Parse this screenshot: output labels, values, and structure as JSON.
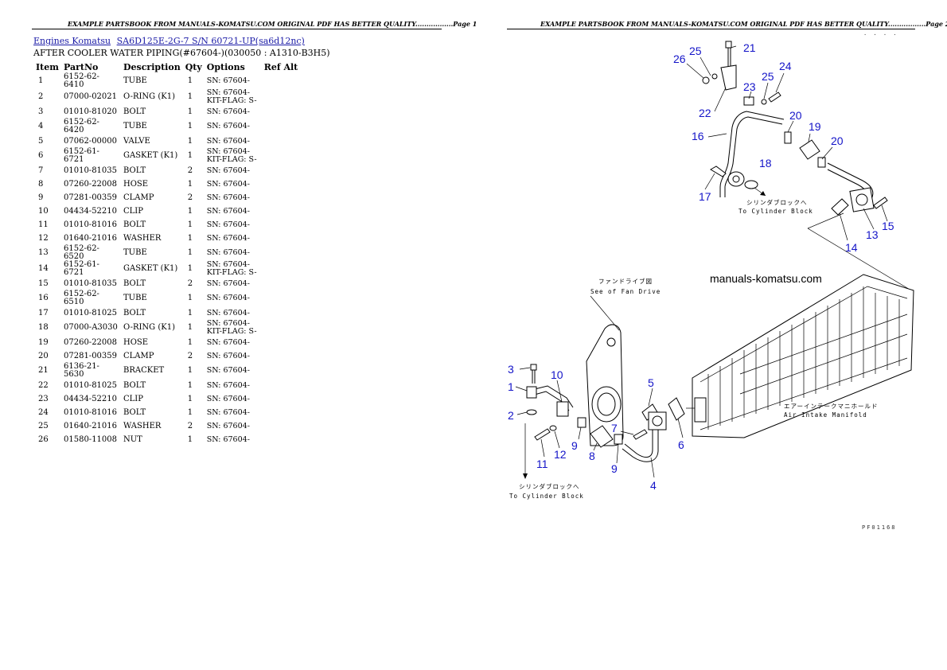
{
  "header": {
    "page1": "EXAMPLE PARTSBOOK FROM MANUALS-KOMATSU.COM ORIGINAL PDF HAS BETTER QUALITY.................Page 1",
    "page2": "EXAMPLE PARTSBOOK FROM MANUALS-KOMATSU.COM ORIGINAL PDF HAS BETTER QUALITY.................Page 2"
  },
  "breadcrumb": {
    "link1": "Engines Komatsu",
    "link2": "SA6D125E-2G-7 S/N 60721-UP(sa6d12nc)"
  },
  "subtitle": "AFTER COOLER WATER PIPING(#67604-)(030050 : A1310-B3H5)",
  "table": {
    "headers": [
      "Item",
      "PartNo",
      "Description",
      "Qty",
      "Options",
      "Ref Alt"
    ],
    "rows": [
      {
        "item": "1",
        "part": "6152-62-6410",
        "desc": "TUBE",
        "qty": "1",
        "opt": "SN: 67604-"
      },
      {
        "item": "2",
        "part": "07000-02021",
        "desc": "O-RING (K1)",
        "qty": "1",
        "opt": "SN: 67604-\nKIT-FLAG: S-"
      },
      {
        "item": "3",
        "part": "01010-81020",
        "desc": "BOLT",
        "qty": "1",
        "opt": "SN: 67604-"
      },
      {
        "item": "4",
        "part": "6152-62-6420",
        "desc": "TUBE",
        "qty": "1",
        "opt": "SN: 67604-"
      },
      {
        "item": "5",
        "part": "07062-00000",
        "desc": "VALVE",
        "qty": "1",
        "opt": "SN: 67604-"
      },
      {
        "item": "6",
        "part": "6152-61-6721",
        "desc": "GASKET (K1)",
        "qty": "1",
        "opt": "SN: 67604-\nKIT-FLAG: S-"
      },
      {
        "item": "7",
        "part": "01010-81035",
        "desc": "BOLT",
        "qty": "2",
        "opt": "SN: 67604-"
      },
      {
        "item": "8",
        "part": "07260-22008",
        "desc": "HOSE",
        "qty": "1",
        "opt": "SN: 67604-"
      },
      {
        "item": "9",
        "part": "07281-00359",
        "desc": "CLAMP",
        "qty": "2",
        "opt": "SN: 67604-"
      },
      {
        "item": "10",
        "part": "04434-52210",
        "desc": "CLIP",
        "qty": "1",
        "opt": "SN: 67604-"
      },
      {
        "item": "11",
        "part": "01010-81016",
        "desc": "BOLT",
        "qty": "1",
        "opt": "SN: 67604-"
      },
      {
        "item": "12",
        "part": "01640-21016",
        "desc": "WASHER",
        "qty": "1",
        "opt": "SN: 67604-"
      },
      {
        "item": "13",
        "part": "6152-62-6520",
        "desc": "TUBE",
        "qty": "1",
        "opt": "SN: 67604-"
      },
      {
        "item": "14",
        "part": "6152-61-6721",
        "desc": "GASKET (K1)",
        "qty": "1",
        "opt": "SN: 67604-\nKIT-FLAG: S-"
      },
      {
        "item": "15",
        "part": "01010-81035",
        "desc": "BOLT",
        "qty": "2",
        "opt": "SN: 67604-"
      },
      {
        "item": "16",
        "part": "6152-62-6510",
        "desc": "TUBE",
        "qty": "1",
        "opt": "SN: 67604-"
      },
      {
        "item": "17",
        "part": "01010-81025",
        "desc": "BOLT",
        "qty": "1",
        "opt": "SN: 67604-"
      },
      {
        "item": "18",
        "part": "07000-A3030",
        "desc": "O-RING (K1)",
        "qty": "1",
        "opt": "SN: 67604-\nKIT-FLAG: S-"
      },
      {
        "item": "19",
        "part": "07260-22008",
        "desc": "HOSE",
        "qty": "1",
        "opt": "SN: 67604-"
      },
      {
        "item": "20",
        "part": "07281-00359",
        "desc": "CLAMP",
        "qty": "2",
        "opt": "SN: 67604-"
      },
      {
        "item": "21",
        "part": "6136-21-5630",
        "desc": "BRACKET",
        "qty": "1",
        "opt": "SN: 67604-"
      },
      {
        "item": "22",
        "part": "01010-81025",
        "desc": "BOLT",
        "qty": "1",
        "opt": "SN: 67604-"
      },
      {
        "item": "23",
        "part": "04434-52210",
        "desc": "CLIP",
        "qty": "1",
        "opt": "SN: 67604-"
      },
      {
        "item": "24",
        "part": "01010-81016",
        "desc": "BOLT",
        "qty": "1",
        "opt": "SN: 67604-"
      },
      {
        "item": "25",
        "part": "01640-21016",
        "desc": "WASHER",
        "qty": "2",
        "opt": "SN: 67604-"
      },
      {
        "item": "26",
        "part": "01580-11008",
        "desc": "NUT",
        "qty": "1",
        "opt": "SN: 67604-"
      }
    ]
  },
  "diagram": {
    "watermark": "manuals-komatsu.com",
    "label_cyl_jp": "シリンダブロックへ",
    "label_cyl_en": "To Cylinder Block",
    "label_fan_jp": "ファンドライブ図",
    "label_fan_en": "See of Fan Drive",
    "label_air_jp": "エアーインテークマニホールド",
    "label_air_en": "Air Intake Manifold",
    "fig_code": "PF01168",
    "callouts": [
      "1",
      "2",
      "3",
      "4",
      "5",
      "6",
      "7",
      "8",
      "9",
      "9",
      "10",
      "11",
      "12",
      "13",
      "14",
      "15",
      "16",
      "17",
      "18",
      "19",
      "20",
      "20",
      "21",
      "22",
      "23",
      "24",
      "25",
      "25",
      "26"
    ]
  }
}
